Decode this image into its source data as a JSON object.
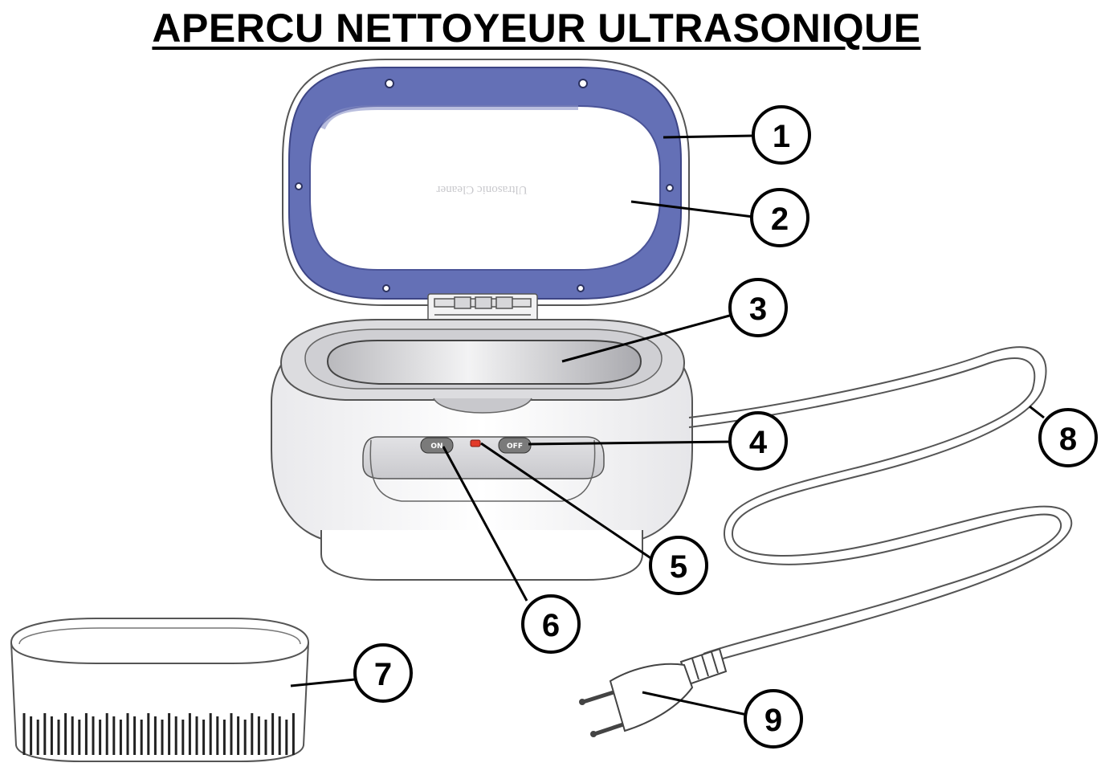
{
  "title": "APERCU NETTOYEUR ULTRASONIQUE",
  "device": {
    "lid_text": "Ultrasonic Cleaner",
    "on_label": "ON",
    "off_label": "OFF"
  },
  "callouts": [
    "1",
    "2",
    "3",
    "4",
    "5",
    "6",
    "7",
    "8",
    "9"
  ],
  "colors": {
    "lid_frame": "#6470b6",
    "indicator": "#e23a2a",
    "button": "#7a7a7a",
    "outline": "#111111"
  }
}
